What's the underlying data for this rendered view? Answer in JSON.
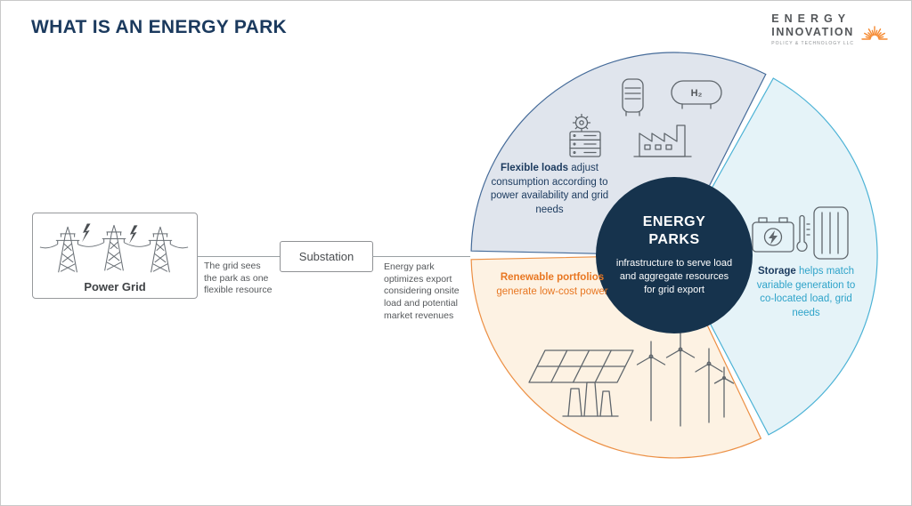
{
  "title": "WHAT IS AN ENERGY PARK",
  "logo": {
    "line1": "ENERGY",
    "line2": "INNOVATION",
    "tagline": "POLICY & TECHNOLOGY LLC"
  },
  "flow": {
    "power_grid": "Power Grid",
    "substation": "Substation",
    "grid_note": "The grid sees the park as one flexible resource",
    "park_note": "Energy park optimizes export considering onsite load and potential market revenues"
  },
  "diagram": {
    "center_title": "ENERGY PARKS",
    "center_subtitle": "infrastructure to serve load and aggregate resources for grid export",
    "flexible": {
      "lead": "Flexible loads",
      "rest": " adjust consumption according to power availability and grid needs"
    },
    "storage": {
      "lead": "Storage",
      "rest": " helps match variable generation to co-located load, grid needs"
    },
    "renewable": {
      "lead": "Renewable portfolios",
      "rest": " generate low-cost power"
    },
    "h2_label": "H₂"
  },
  "colors": {
    "navy": "#1b3a5e",
    "center_circle": "#16334d",
    "flexible_fill": "#e0e5ed",
    "flexible_stroke": "#456b99",
    "storage_fill": "#e5f3f8",
    "storage_stroke": "#4db3d6",
    "storage_text": "#2ea3c9",
    "renewable_fill": "#fdf2e3",
    "renewable_stroke": "#ec9045",
    "orange": "#e87722",
    "note_gray": "#55585b",
    "line_gray": "#9aa0a4",
    "icon_gray": "#5f666c",
    "logo_orange": "#f5882f"
  }
}
